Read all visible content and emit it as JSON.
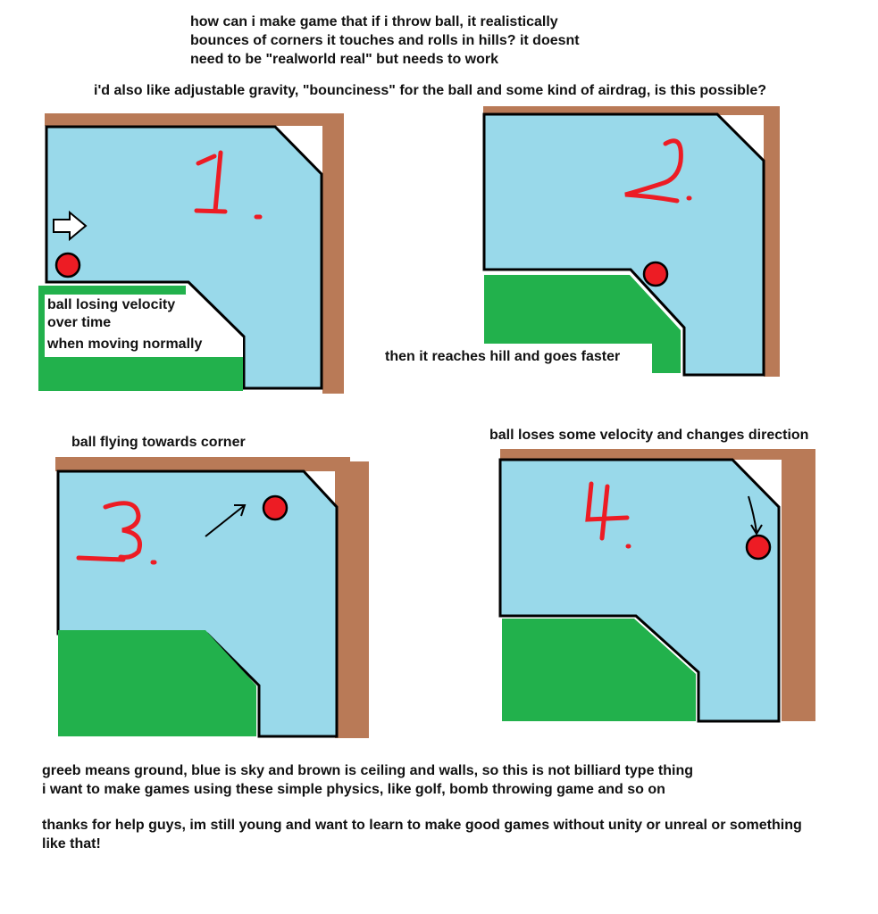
{
  "question": {
    "lines": [
      "how can i make game that if i throw ball, it realistically",
      "bounces of corners it touches and rolls in hills? it doesnt",
      "need to be \"realworld real\" but needs to work"
    ],
    "extra": "i'd also like adjustable gravity, \"bounciness\" for the ball and some kind of airdrag, is this possible?"
  },
  "panels": [
    {
      "number": "1.",
      "caption_lines": [
        "ball losing velocity",
        "over time",
        "when moving normally"
      ]
    },
    {
      "number": "2.",
      "caption": "then it reaches hill and goes faster"
    },
    {
      "number": "3.",
      "caption": "ball flying towards corner"
    },
    {
      "number": "4.",
      "caption": "ball loses some velocity and changes direction"
    }
  ],
  "footer": {
    "lines": [
      "greeb means ground, blue is sky and brown is ceiling and walls, so this is not billiard type thing",
      "i want to make games using these simple physics, like golf, bomb throwing game and so on",
      "thanks for help guys, im still young and want to learn to make good games without unity or unreal or something",
      "like that!"
    ]
  },
  "colors": {
    "sky": "#99d9ea",
    "ground": "#22b14c",
    "wall": "#b97a57",
    "ball": "#ed1c24"
  }
}
